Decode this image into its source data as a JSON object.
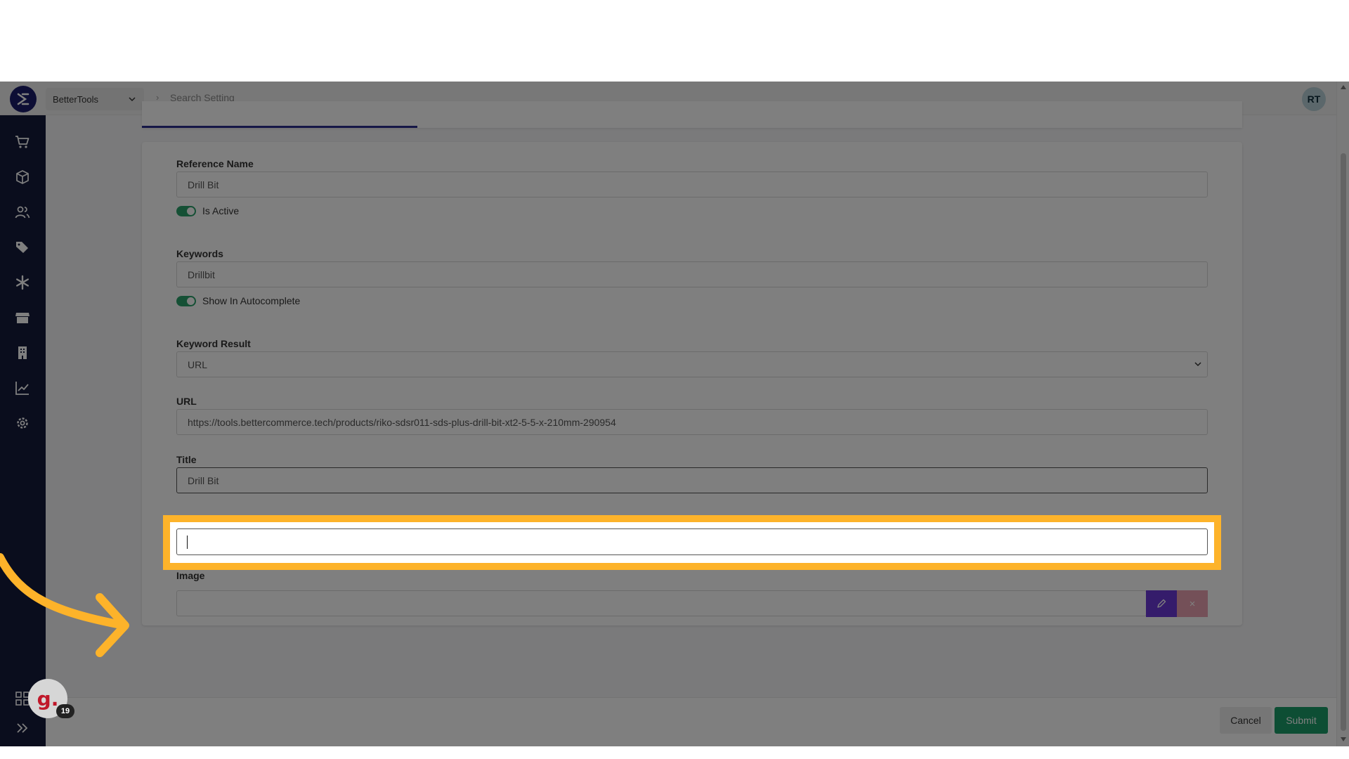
{
  "header": {
    "store_name": "BetterTools",
    "breadcrumb": "Search Setting",
    "user_initials": "RT"
  },
  "sidebar": {
    "items": [
      {
        "icon": "cart-icon"
      },
      {
        "icon": "box-icon"
      },
      {
        "icon": "users-icon"
      },
      {
        "icon": "tags-icon"
      },
      {
        "icon": "asterisk-icon"
      },
      {
        "icon": "store-icon"
      },
      {
        "icon": "building-icon"
      },
      {
        "icon": "chart-icon"
      },
      {
        "icon": "gear-icon"
      }
    ]
  },
  "form": {
    "reference_name_label": "Reference Name",
    "reference_name_value": "Drill Bit",
    "is_active_label": "Is Active",
    "is_active": true,
    "keywords_label": "Keywords",
    "keywords_value": "Drillbit",
    "show_autocomplete_label": "Show In Autocomplete",
    "show_autocomplete": true,
    "keyword_result_label": "Keyword Result",
    "keyword_result_value": "URL",
    "url_label": "URL",
    "url_value": "https://tools.bettercommerce.tech/products/riko-sdsr011-sds-plus-drill-bit-xt2-5-5-x-210mm-290954",
    "title_label": "Title",
    "title_value": "Drill Bit",
    "description_value": "",
    "image_label": "Image",
    "image_clear_label": "×"
  },
  "footer": {
    "cancel_label": "Cancel",
    "submit_label": "Submit"
  },
  "guide": {
    "logo_text": "g.",
    "count": "19"
  },
  "colors": {
    "sidebar": "#141a3b",
    "highlight": "#fdb32a",
    "toggle_on": "#2aa06b",
    "submit": "#1a9c68",
    "edit_button": "#6b38d6"
  }
}
